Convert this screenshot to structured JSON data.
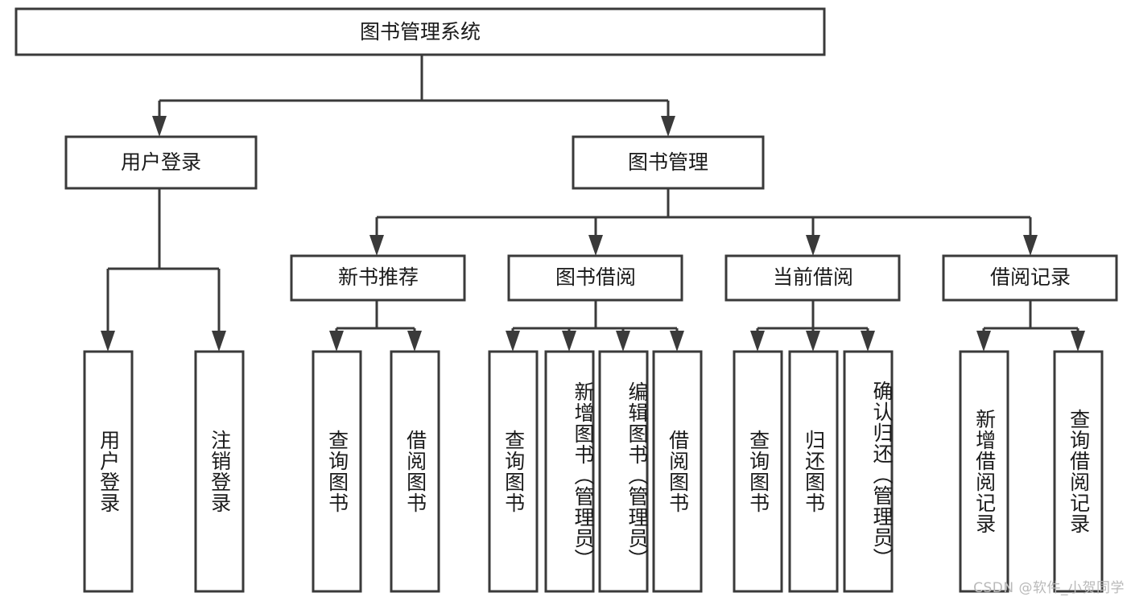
{
  "diagram": {
    "type": "tree-hierarchy",
    "title": "图书管理系统",
    "watermark": "CSDN @软件_小贺同学",
    "colors": {
      "stroke": "#3a3a3a",
      "fill": "#ffffff",
      "text": "#1a1a1a",
      "watermark": "#b9b9b9",
      "background": "#ffffff"
    },
    "levels": {
      "root": {
        "label": "图书管理系统"
      },
      "level1": [
        {
          "label": "用户登录"
        },
        {
          "label": "图书管理"
        }
      ],
      "level2": [
        {
          "label": "新书推荐"
        },
        {
          "label": "图书借阅"
        },
        {
          "label": "当前借阅"
        },
        {
          "label": "借阅记录"
        }
      ]
    },
    "leaves": {
      "user_login": [
        {
          "label": "用户登录"
        },
        {
          "label": "注销登录"
        }
      ],
      "new_book_recommend": [
        {
          "label": "查询图书"
        },
        {
          "label": "借阅图书"
        }
      ],
      "book_borrow": [
        {
          "label": "查询图书"
        },
        {
          "label": "新增图书（管理员）"
        },
        {
          "label": "编辑图书（管理员）"
        },
        {
          "label": "借阅图书"
        }
      ],
      "current_borrow": [
        {
          "label": "查询图书"
        },
        {
          "label": "归还图书"
        },
        {
          "label": "确认归还（管理员）"
        }
      ],
      "borrow_record": [
        {
          "label": "新增借阅记录"
        },
        {
          "label": "查询借阅记录"
        }
      ]
    }
  }
}
